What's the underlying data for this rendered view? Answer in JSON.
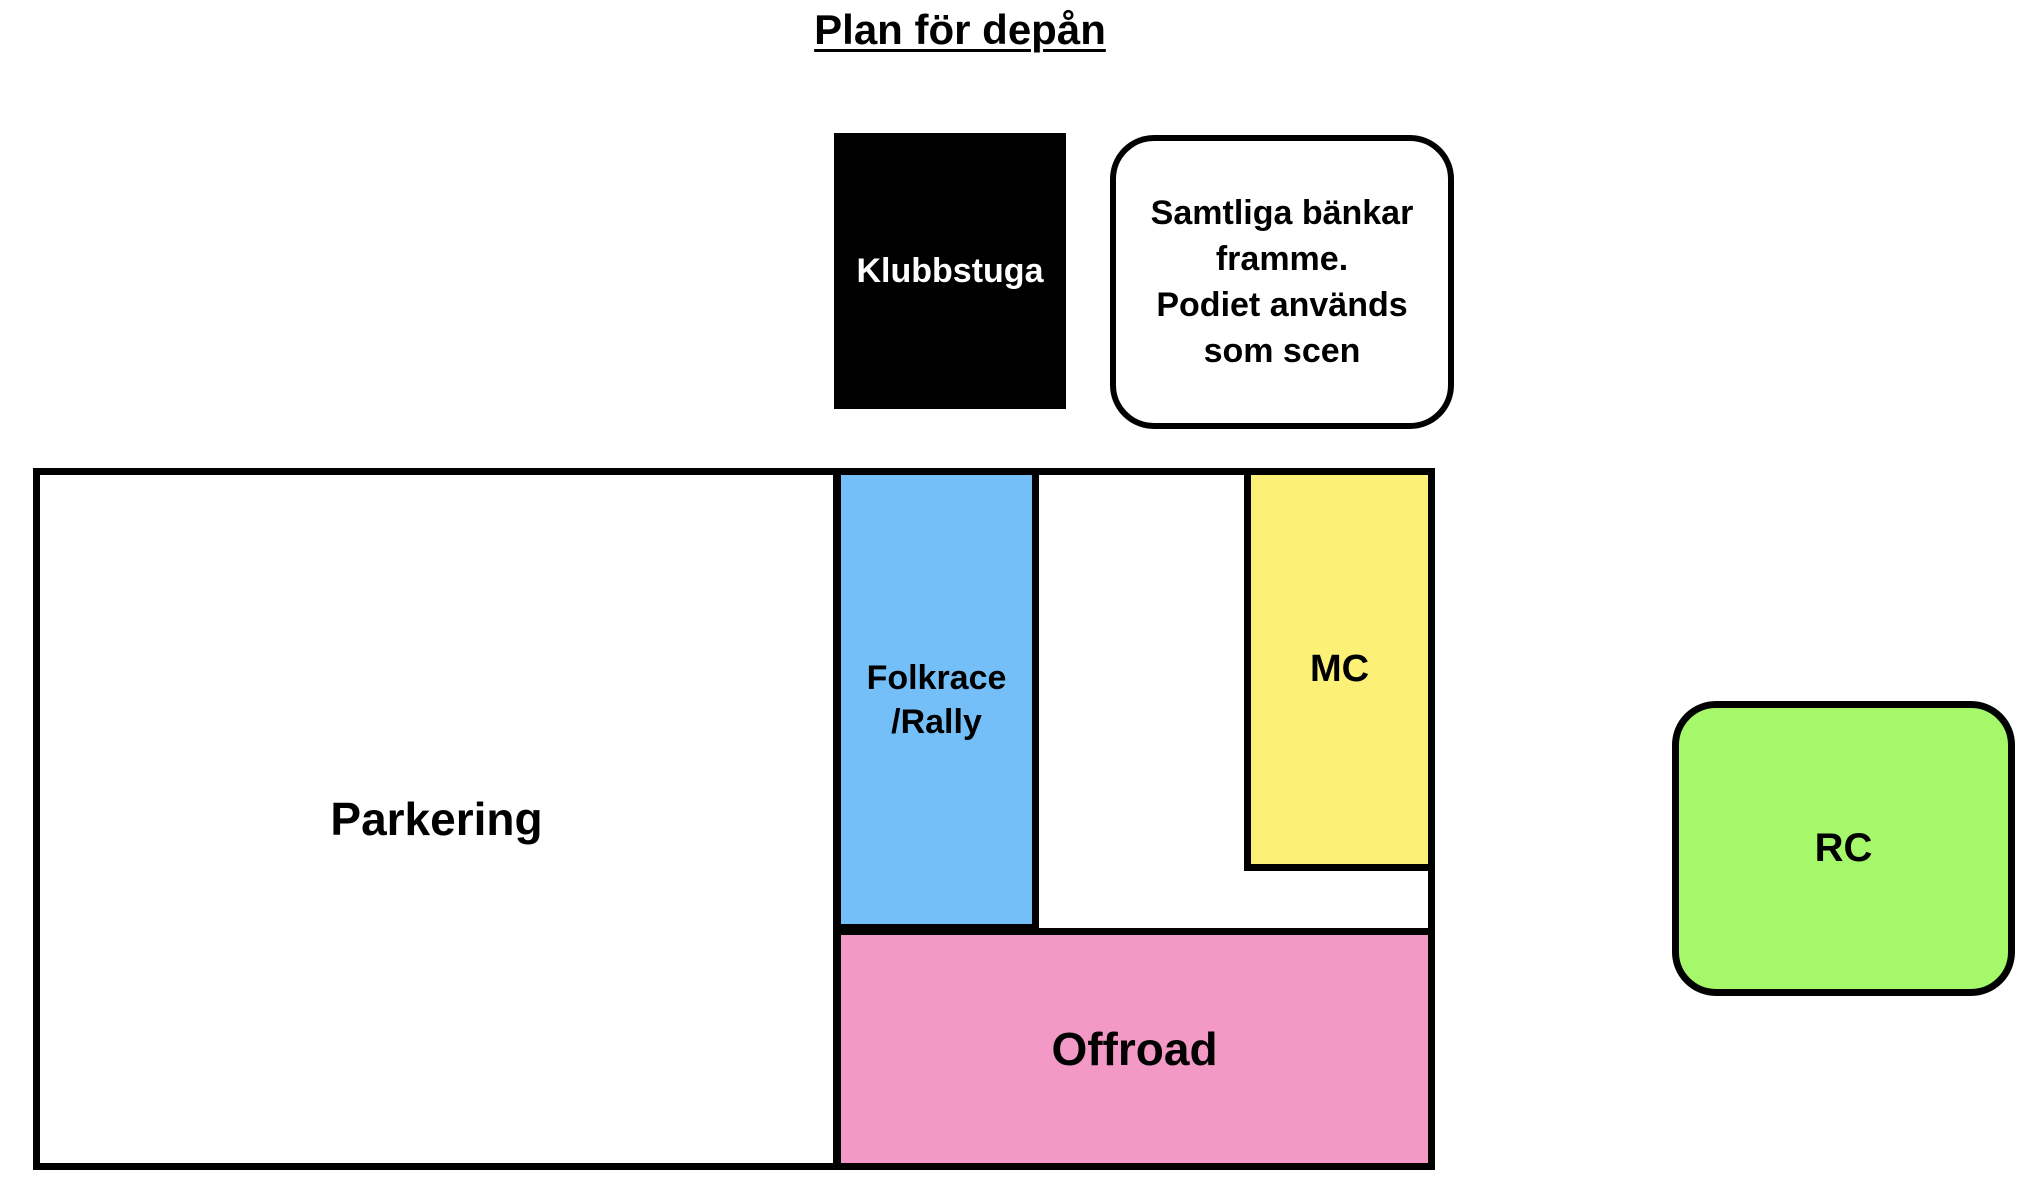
{
  "title": "Plan för depån",
  "areas": {
    "klubbstuga": "Klubbstuga",
    "note": {
      "lines": [
        "Samtliga bänkar",
        "framme.",
        "Podiet används",
        "som scen"
      ]
    },
    "parkering": "Parkering",
    "folkrace": {
      "lines": [
        "Folkrace",
        "/Rally"
      ]
    },
    "mc": "MC",
    "offroad": "Offroad",
    "rc": "RC"
  },
  "colors": {
    "klubbstuga": "#000000",
    "folkrace": "#74bff8",
    "mc": "#fcf176",
    "offroad": "#f299c5",
    "rc": "#a4f86a",
    "outline": "#000000"
  }
}
